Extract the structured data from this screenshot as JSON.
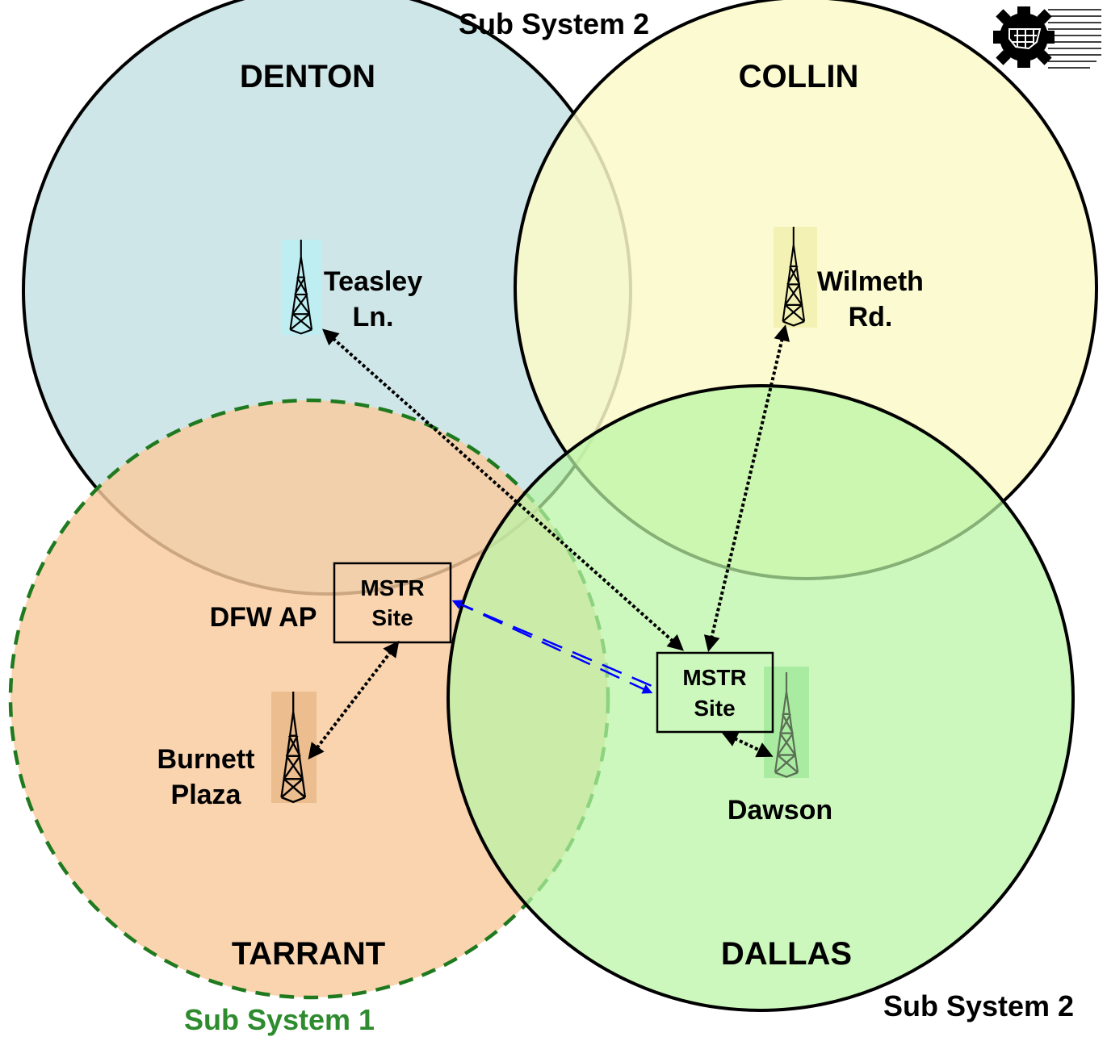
{
  "subsystems": {
    "top_label": "Sub System 2",
    "bottom_right_label": "Sub System 2",
    "bottom_left_label": "Sub System 1"
  },
  "counties": {
    "denton": "DENTON",
    "collin": "COLLIN",
    "tarrant": "TARRANT",
    "dallas": "DALLAS"
  },
  "sites": {
    "teasley": {
      "line1": "Teasley",
      "line2": "Ln."
    },
    "wilmeth": {
      "line1": "Wilmeth",
      "line2": "Rd."
    },
    "burnett": {
      "line1": "Burnett",
      "line2": "Plaza"
    },
    "dawson": "Dawson",
    "dfw": "DFW AP"
  },
  "mstr_boxes": {
    "left": {
      "line1": "MSTR",
      "line2": "Site"
    },
    "right": {
      "line1": "MSTR",
      "line2": "Site"
    }
  },
  "colors": {
    "denton_fill": "#cfe6e8",
    "collin_fill": "#fbf9c8",
    "tarrant_fill": "#f8cb9e",
    "dallas_fill": "#b9f5a5",
    "subsystem1_text": "#2e8b2e",
    "subsystem1_border": "#1f7a1f",
    "link_black": "#000000",
    "link_blue": "#0000ff"
  },
  "icons": {
    "tower": "radio-tower-icon",
    "logo": "gear-map-logo-icon"
  }
}
